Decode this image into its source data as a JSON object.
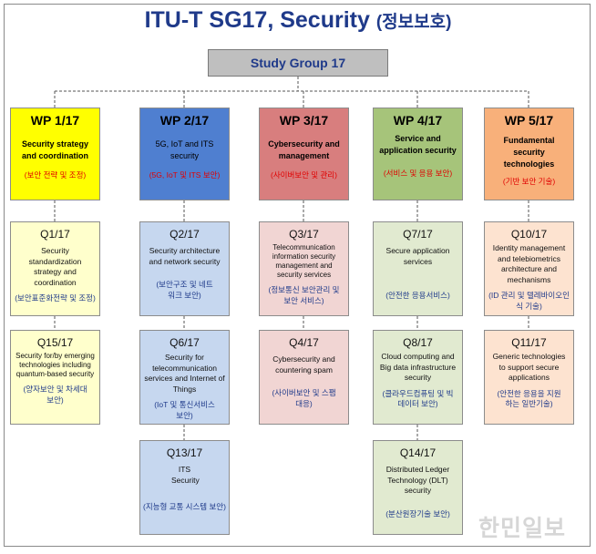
{
  "title": {
    "main": "ITU-T SG17, Security",
    "korean": "(정보보호)"
  },
  "study_group": "Study Group 17",
  "colors": {
    "title": "#1f3a8a",
    "wp1": "#ffff00",
    "wp2": "#4f7fd0",
    "wp3": "#d87e7e",
    "wp4": "#a6c47a",
    "wp5": "#f8b07a",
    "q1": "#ffffcc",
    "q2": "#c6d7ef",
    "q3": "#f1d5d3",
    "q4": "#e1ead0",
    "q5": "#fde3d0",
    "korean_wp": "#e00000",
    "korean_q": "#1f3a8a"
  },
  "work_parties": [
    {
      "id": "WP 1/17",
      "desc": "Security strategy and coordination",
      "korean": "(보안 전략 및 조정)"
    },
    {
      "id": "WP 2/17",
      "desc": "5G, IoT and ITS security",
      "korean": "(5G, IoT 및 ITS 보안)"
    },
    {
      "id": "WP 3/17",
      "desc": "Cybersecurity and management",
      "korean": "(사이버보안 및 관리)"
    },
    {
      "id": "WP 4/17",
      "desc": "Service and application security",
      "korean": "(서비스 및 응용 보안)"
    },
    {
      "id": "WP 5/17",
      "desc": "Fundamental security technologies",
      "korean": "(기반 보안 기술)"
    }
  ],
  "questions": {
    "q1": {
      "id": "Q1/17",
      "desc": "Security standardization strategy and coordination",
      "korean": "(보안표준화전략 및 조정)"
    },
    "q15": {
      "id": "Q15/17",
      "desc": "Security for/by emerging technologies including quantum-based security",
      "korean": "(양자보안 및 차세대보안)"
    },
    "q2": {
      "id": "Q2/17",
      "desc": "Security architecture and network security",
      "korean": "(보안구조 및 네트워크 보안)"
    },
    "q6": {
      "id": "Q6/17",
      "desc": "Security for telecommunication services and Internet of Things",
      "korean": "(IoT 및 통신서비스 보안)"
    },
    "q13": {
      "id": "Q13/17",
      "desc": "ITS Security",
      "korean": "(지능형 교통 시스템 보안)"
    },
    "q3": {
      "id": "Q3/17",
      "desc": "Telecommunication information security management and security services",
      "korean": "(정보통신 보안관리 및 보안 서비스)"
    },
    "q4": {
      "id": "Q4/17",
      "desc": "Cybersecurity and countering spam",
      "korean": "(사이버보안 및 스팸대응)"
    },
    "q7": {
      "id": "Q7/17",
      "desc": "Secure application services",
      "korean": "(안전한 응용서비스)"
    },
    "q8": {
      "id": "Q8/17",
      "desc": "Cloud computing and Big data infrastructure security",
      "korean": "(클라우드컴퓨팅 및 빅데이터 보안)"
    },
    "q14": {
      "id": "Q14/17",
      "desc": "Distributed Ledger Technology (DLT) security",
      "korean": "(분산원장기술 보안)"
    },
    "q10": {
      "id": "Q10/17",
      "desc": "Identity management and telebiometrics architecture and mechanisms",
      "korean": "(ID 관리 및 텔레바이오인식 기술)"
    },
    "q11": {
      "id": "Q11/17",
      "desc": "Generic technologies to support secure applications",
      "korean": "(안전한 응용을 지원하는 일반기술)"
    }
  },
  "watermark": "한민일보"
}
